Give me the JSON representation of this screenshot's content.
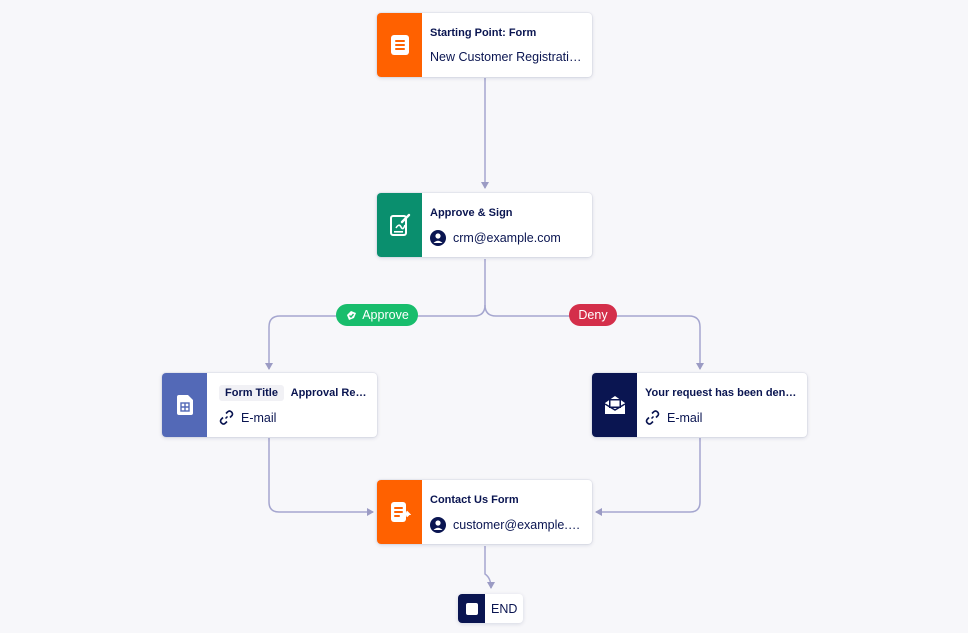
{
  "nodes": {
    "start": {
      "title": "Starting Point: Form",
      "subtitle": "New Customer Registratio...",
      "icon": "form-icon",
      "color": "#ff6100"
    },
    "approve_sign": {
      "title": "Approve & Sign",
      "subtitle": "crm@example.com",
      "icon": "sign-document-icon",
      "subicon": "user-icon",
      "color": "#0a8f6e"
    },
    "form_title": {
      "chip": "Form Title",
      "title": "Approval Rep...",
      "subtitle": "E-mail",
      "icon": "spreadsheet-icon",
      "subicon": "link-icon",
      "color": "#5369b7"
    },
    "denied": {
      "title": "Your request has been denied.",
      "subtitle": "E-mail",
      "icon": "mail-icon",
      "subicon": "link-icon",
      "color": "#0a1551"
    },
    "contact": {
      "title": "Contact Us Form",
      "subtitle": "customer@example.c...",
      "icon": "form-share-icon",
      "subicon": "user-icon",
      "color": "#ff6100"
    }
  },
  "branches": {
    "approve": {
      "label": "Approve",
      "color": "#18bd6c"
    },
    "deny": {
      "label": "Deny",
      "color": "#d42f4a"
    }
  },
  "end": {
    "label": "END"
  }
}
